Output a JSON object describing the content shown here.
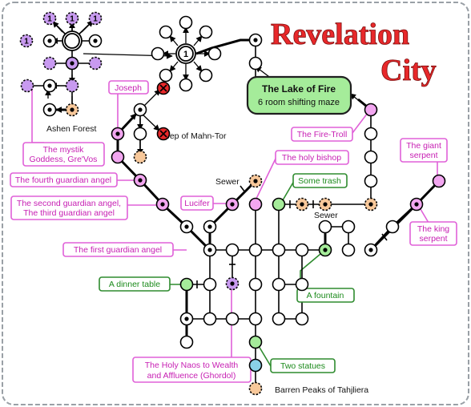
{
  "title": [
    "Revelation",
    "City"
  ],
  "lake": {
    "name": "The Lake of Fire",
    "desc": "6 room shifting maze"
  },
  "labels": {
    "joseph": "Joseph",
    "mystik": [
      "The mystik",
      "Goddess, Gre'Vos"
    ],
    "fourth": "The fourth guardian angel",
    "second": [
      "The second guardian angel,",
      "The third guardian angel"
    ],
    "first": "The first guardian angel",
    "lucifer": "Lucifer",
    "bishop": "The holy bishop",
    "firetroll": "The Fire-Troll",
    "trash": "Some trash",
    "giant": [
      "The giant",
      "serpent"
    ],
    "king": [
      "The king",
      "serpent"
    ],
    "dinner": "A dinner table",
    "fountain": "A fountain",
    "naos": [
      "The Holy Naos to Wealth",
      "and Affluence (Ghordol)"
    ],
    "statues": "Two statues"
  },
  "areas": {
    "ashen": "Ashen Forest",
    "keep": "Keep of Mahn-Tor",
    "sewer1": "Sewer",
    "sewer2": "Sewer",
    "barren": "Barren Peaks of Tahjliera"
  },
  "node_marks": {
    "one": "1"
  },
  "colors": {
    "magenta": "#e060d8",
    "magenta_fill": "#f2a6f0",
    "green": "#2e8b2e",
    "green_fill": "#a5ec9a",
    "lavender": "#c89af0",
    "peach": "#f8c89a",
    "blue": "#8ad0e8",
    "red": "#e8282a",
    "frame": "#9aa0a6"
  }
}
